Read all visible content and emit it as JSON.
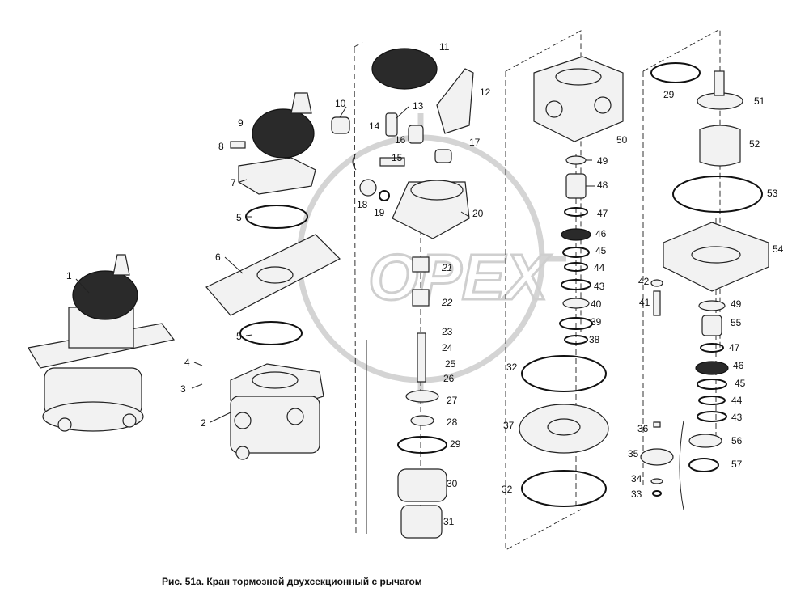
{
  "caption": "Рис. 51а. Кран тормозной двухсекционный с рычагом",
  "watermark": "OPEX",
  "callouts": [
    {
      "id": "1",
      "label": "1"
    },
    {
      "id": "2",
      "label": "2"
    },
    {
      "id": "3",
      "label": "3"
    },
    {
      "id": "4",
      "label": "4"
    },
    {
      "id": "5a",
      "label": "5"
    },
    {
      "id": "5b",
      "label": "5"
    },
    {
      "id": "6",
      "label": "6"
    },
    {
      "id": "7",
      "label": "7"
    },
    {
      "id": "8",
      "label": "8"
    },
    {
      "id": "9",
      "label": "9"
    },
    {
      "id": "10",
      "label": "10"
    },
    {
      "id": "11",
      "label": "11"
    },
    {
      "id": "12",
      "label": "12"
    },
    {
      "id": "13",
      "label": "13"
    },
    {
      "id": "14",
      "label": "14"
    },
    {
      "id": "15",
      "label": "15"
    },
    {
      "id": "16",
      "label": "16"
    },
    {
      "id": "17",
      "label": "17"
    },
    {
      "id": "18",
      "label": "18"
    },
    {
      "id": "19",
      "label": "19"
    },
    {
      "id": "20",
      "label": "20"
    },
    {
      "id": "21",
      "label": "21"
    },
    {
      "id": "22",
      "label": "22"
    },
    {
      "id": "23",
      "label": "23"
    },
    {
      "id": "24",
      "label": "24"
    },
    {
      "id": "25",
      "label": "25"
    },
    {
      "id": "26",
      "label": "26"
    },
    {
      "id": "27",
      "label": "27"
    },
    {
      "id": "28",
      "label": "28"
    },
    {
      "id": "29a",
      "label": "29"
    },
    {
      "id": "30",
      "label": "30"
    },
    {
      "id": "31",
      "label": "31"
    },
    {
      "id": "32a",
      "label": "32"
    },
    {
      "id": "37",
      "label": "37"
    },
    {
      "id": "32b",
      "label": "32"
    },
    {
      "id": "38",
      "label": "38"
    },
    {
      "id": "39",
      "label": "39"
    },
    {
      "id": "40",
      "label": "40"
    },
    {
      "id": "43a",
      "label": "43"
    },
    {
      "id": "44a",
      "label": "44"
    },
    {
      "id": "45a",
      "label": "45"
    },
    {
      "id": "46a",
      "label": "46"
    },
    {
      "id": "47a",
      "label": "47"
    },
    {
      "id": "48",
      "label": "48"
    },
    {
      "id": "49a",
      "label": "49"
    },
    {
      "id": "50",
      "label": "50"
    },
    {
      "id": "29b",
      "label": "29"
    },
    {
      "id": "51",
      "label": "51"
    },
    {
      "id": "52",
      "label": "52"
    },
    {
      "id": "53",
      "label": "53"
    },
    {
      "id": "54",
      "label": "54"
    },
    {
      "id": "42",
      "label": "42"
    },
    {
      "id": "41",
      "label": "41"
    },
    {
      "id": "49b",
      "label": "49"
    },
    {
      "id": "55",
      "label": "55"
    },
    {
      "id": "47b",
      "label": "47"
    },
    {
      "id": "46b",
      "label": "46"
    },
    {
      "id": "45b",
      "label": "45"
    },
    {
      "id": "44b",
      "label": "44"
    },
    {
      "id": "43b",
      "label": "43"
    },
    {
      "id": "56",
      "label": "56"
    },
    {
      "id": "57",
      "label": "57"
    },
    {
      "id": "36",
      "label": "36"
    },
    {
      "id": "35",
      "label": "35"
    },
    {
      "id": "34",
      "label": "34"
    },
    {
      "id": "33",
      "label": "33"
    }
  ]
}
